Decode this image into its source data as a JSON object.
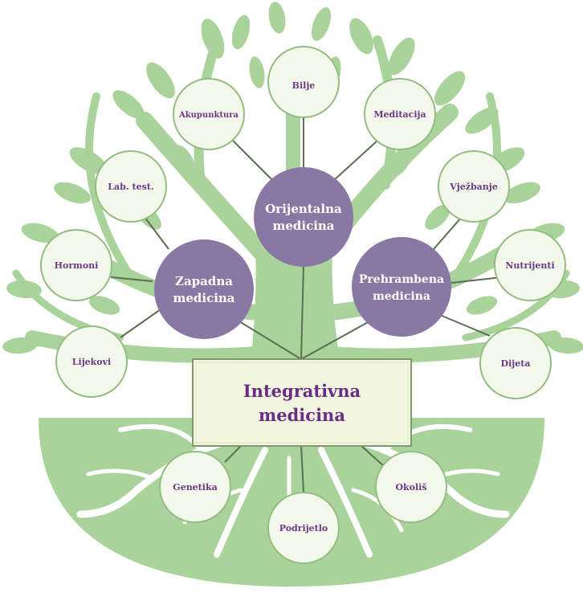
{
  "diagram": {
    "colors": {
      "tree": "#a9d39b",
      "tree_dark": "#8fc57f",
      "node_fill": "#f4f8ea",
      "node_border": "#93bd82",
      "hub_fill": "#8a77a3",
      "center_fill": "#f2f6df",
      "center_border": "#7e9a6a",
      "connector": "#5b6f52",
      "text_purple": "#6b3a86"
    },
    "center": {
      "line1": "Integrativna",
      "line2": "medicina"
    },
    "hubs": {
      "orijentalna": {
        "line1": "Orijentalna",
        "line2": "medicina"
      },
      "zapadna": {
        "line1": "Zapadna",
        "line2": "medicina"
      },
      "prehrambena": {
        "line1": "Prehrambena",
        "line2": "medicina"
      }
    },
    "nodes": {
      "bilje": "Bilje",
      "akupunktura": "Akupunktura",
      "meditacija": "Meditacija",
      "lab_test": "Lab. test.",
      "hormoni": "Hormoni",
      "lijekovi": "Lijekovi",
      "vjezbanje": "Vježbanje",
      "nutrijenti": "Nutrijenti",
      "dijeta": "Dijeta",
      "genetika": "Genetika",
      "podrijetlo": "Podrijetlo",
      "okolis": "Okoliš"
    }
  }
}
